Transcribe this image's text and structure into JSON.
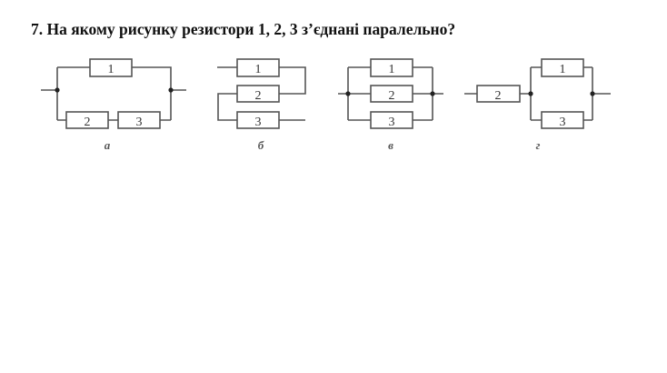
{
  "question": "7. На якому рисунку резистори 1, 2, 3 з’єднані паралельно?",
  "diagrams": [
    {
      "label": "а",
      "resistors": [
        "1",
        "2",
        "3"
      ]
    },
    {
      "label": "б",
      "resistors": [
        "1",
        "2",
        "3"
      ]
    },
    {
      "label": "в",
      "resistors": [
        "1",
        "2",
        "3"
      ]
    },
    {
      "label": "г",
      "resistors": [
        "2",
        "1",
        "3"
      ]
    }
  ]
}
